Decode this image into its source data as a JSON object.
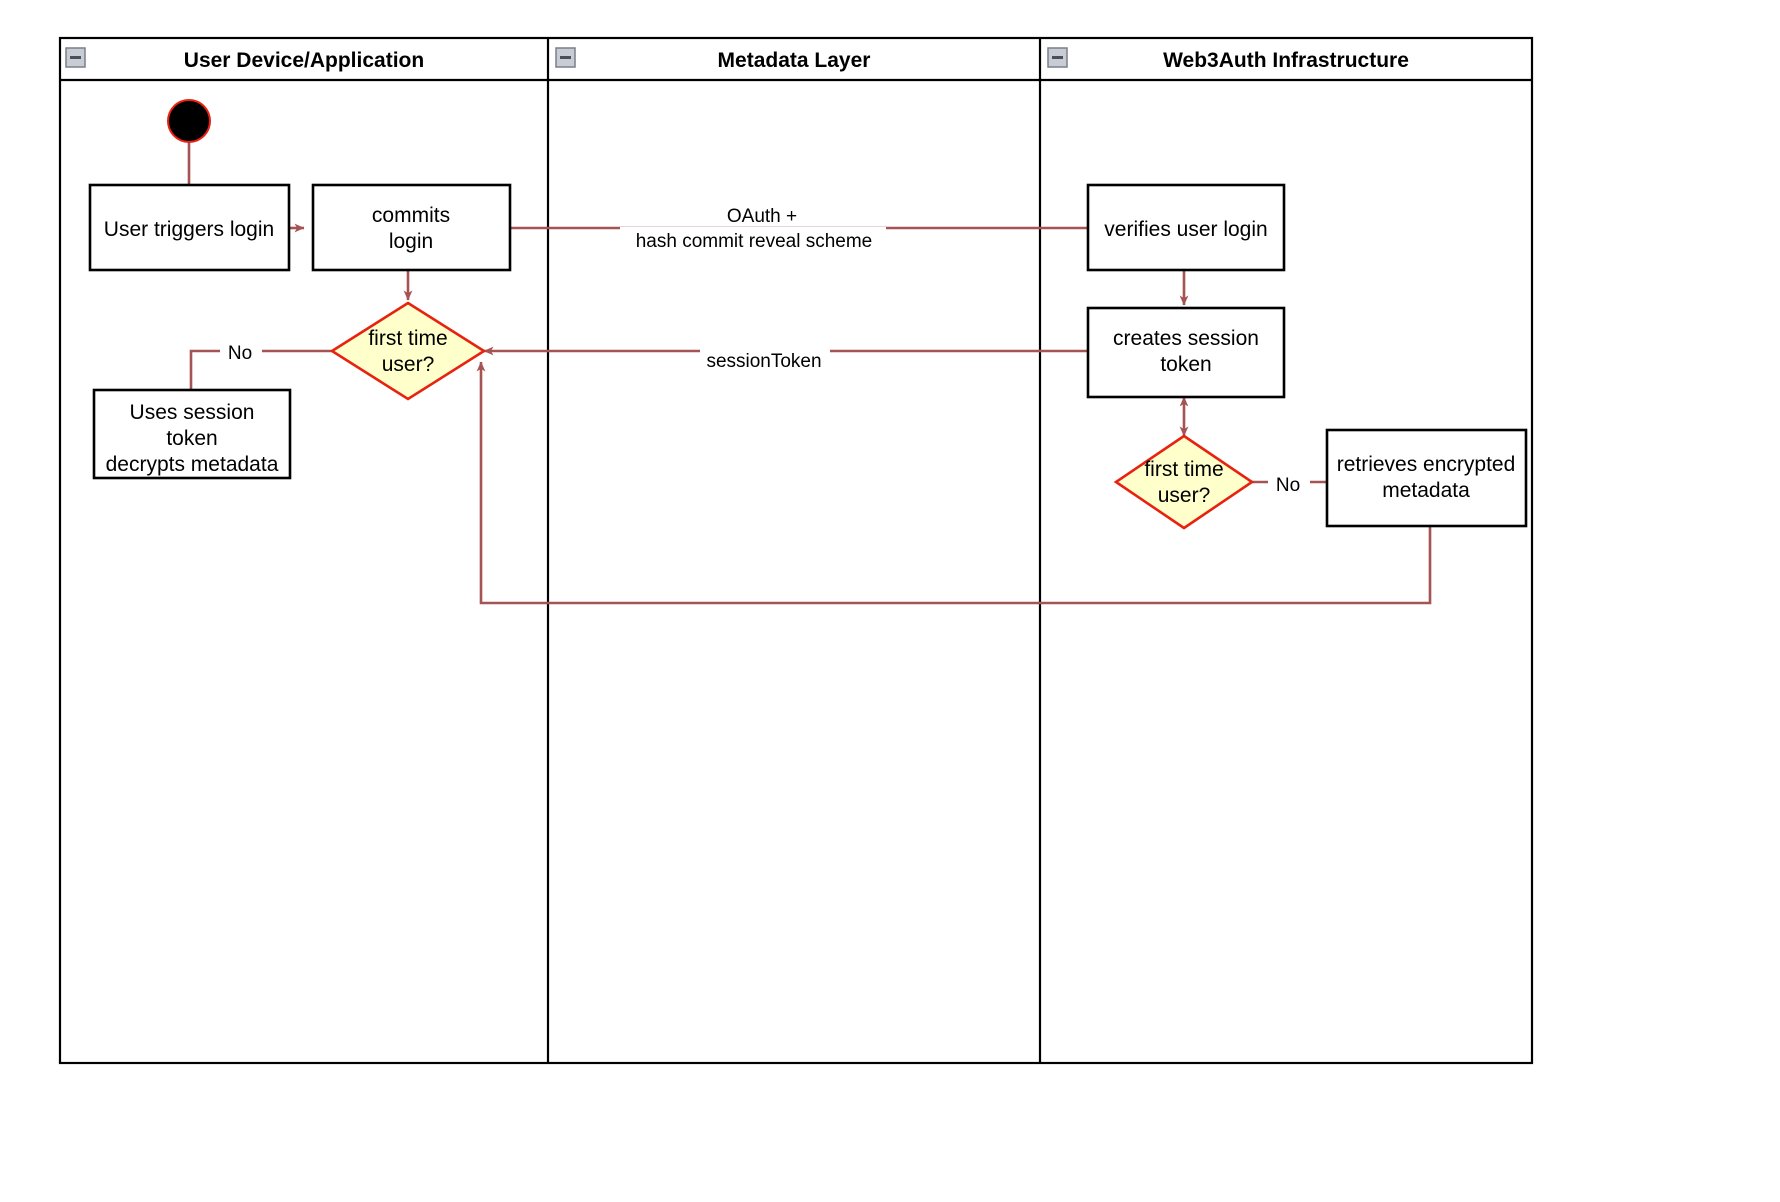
{
  "diagram": {
    "type": "swimlane-activity-diagram",
    "title": "Web3Auth login flow",
    "colors": {
      "connector": "#a65353",
      "decision_fill": "#ffffcc",
      "decision_stroke": "#e8220f",
      "node_fill": "#ffffff",
      "node_stroke": "#000000",
      "lane_border": "#000000",
      "start_node_ring": "#e8220f",
      "start_node_fill": "#000000",
      "collapse_icon_fill": "#c8ccd4"
    },
    "lanes": [
      {
        "id": "lane-user-device",
        "label": "User Device/Application",
        "collapse_icon": "collapse-minus-icon"
      },
      {
        "id": "lane-metadata",
        "label": "Metadata Layer",
        "collapse_icon": "collapse-minus-icon"
      },
      {
        "id": "lane-web3auth",
        "label": "Web3Auth Infrastructure",
        "collapse_icon": "collapse-minus-icon"
      }
    ],
    "nodes": [
      {
        "id": "start",
        "lane": "lane-user-device",
        "shape": "initial-node",
        "label": ""
      },
      {
        "id": "user-triggers-login",
        "lane": "lane-user-device",
        "shape": "action",
        "lines": [
          "User triggers login"
        ]
      },
      {
        "id": "commits-login",
        "lane": "lane-user-device",
        "shape": "action",
        "lines": [
          "commits",
          "login"
        ]
      },
      {
        "id": "first-time-user-left",
        "lane": "lane-user-device",
        "shape": "decision",
        "lines": [
          "first time",
          "user?"
        ]
      },
      {
        "id": "uses-session-token",
        "lane": "lane-user-device",
        "shape": "action",
        "lines": [
          "Uses session",
          "token",
          "decrypts metadata"
        ]
      },
      {
        "id": "verifies-user-login",
        "lane": "lane-web3auth",
        "shape": "action",
        "lines": [
          "verifies user login"
        ]
      },
      {
        "id": "creates-session-token",
        "lane": "lane-web3auth",
        "shape": "action",
        "lines": [
          "creates session",
          "token"
        ]
      },
      {
        "id": "first-time-user-right",
        "lane": "lane-web3auth",
        "shape": "decision",
        "lines": [
          "first time",
          "user?"
        ]
      },
      {
        "id": "retrieves-encrypted-metadata",
        "lane": "lane-web3auth",
        "shape": "action",
        "lines": [
          "retrieves encrypted",
          "metadata"
        ]
      }
    ],
    "edges": [
      {
        "id": "edge-start-to-trigger",
        "from": "start",
        "to": "user-triggers-login",
        "label": ""
      },
      {
        "id": "edge-trigger-to-commits",
        "from": "user-triggers-login",
        "to": "commits-login",
        "label": ""
      },
      {
        "id": "edge-commits-to-verifies",
        "from": "commits-login",
        "to": "verifies-user-login",
        "label_lines": [
          "OAuth +",
          "hash commit reveal scheme"
        ]
      },
      {
        "id": "edge-commits-to-decision",
        "from": "commits-login",
        "to": "first-time-user-left",
        "label": ""
      },
      {
        "id": "edge-decision-no-left",
        "from": "first-time-user-left",
        "to": "uses-session-token",
        "label": "No"
      },
      {
        "id": "edge-verifies-to-creates",
        "from": "verifies-user-login",
        "to": "creates-session-token",
        "label": ""
      },
      {
        "id": "edge-creates-to-decision-left",
        "from": "creates-session-token",
        "to": "first-time-user-left",
        "label": "sessionToken"
      },
      {
        "id": "edge-creates-to-decision-right",
        "from": "creates-session-token",
        "to": "first-time-user-right",
        "label": "",
        "bidirectional": true
      },
      {
        "id": "edge-decision-right-no",
        "from": "first-time-user-right",
        "to": "retrieves-encrypted-metadata",
        "label": "No"
      },
      {
        "id": "edge-retrieves-back-to-decision-left",
        "from": "retrieves-encrypted-metadata",
        "to": "first-time-user-left",
        "label": ""
      }
    ],
    "labels": {
      "lane1": "User Device/Application",
      "lane2": "Metadata Layer",
      "lane3": "Web3Auth Infrastructure",
      "n_user_triggers_login": "User triggers login",
      "n_commits_1": "commits",
      "n_commits_2": "login",
      "n_ftu_left_1": "first time",
      "n_ftu_left_2": "user?",
      "n_uses_1": "Uses session",
      "n_uses_2": "token",
      "n_uses_3": "decrypts metadata",
      "n_verifies": "verifies user login",
      "n_creates_1": "creates session",
      "n_creates_2": "token",
      "n_ftu_right_1": "first time",
      "n_ftu_right_2": "user?",
      "n_retrieves_1": "retrieves encrypted",
      "n_retrieves_2": "metadata",
      "e_oauth_1": "OAuth +",
      "e_oauth_2": "hash commit reveal scheme",
      "e_session_token": "sessionToken",
      "e_no_left": "No",
      "e_no_right": "No"
    }
  }
}
